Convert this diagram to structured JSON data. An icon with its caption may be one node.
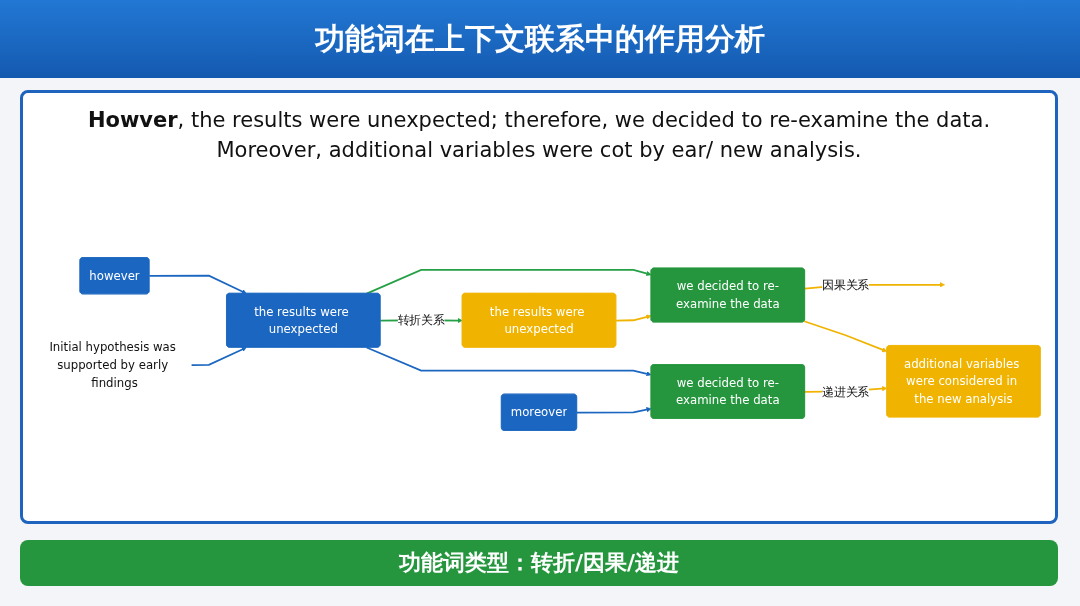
{
  "diagram": {
    "title": "功能词在上下文联系中的作用分析",
    "caption": "功能词类型：转折/因果/递进",
    "nodes": [
      {
        "text": [
          "however"
        ]
      },
      {
        "text": [
          "the results were unexpected"
        ]
      },
      {
        "text": [
          "Initial hypothesis was supported by early findings"
        ]
      },
      {
        "text": [
          "the results were unexpected"
        ]
      },
      {
        "text": [
          "we decided to re-examine the data"
        ]
      },
      {
        "text": [
          "moreover"
        ]
      },
      {
        "text": [
          "we decided to re-examine the data"
        ]
      },
      {
        "text": [
          "additional variables were considered in the new analysis"
        ]
      }
    ],
    "edges": [
      {
        "from": 0,
        "to": 1,
        "arrow": "to",
        "color": "#1b66c0"
      },
      {
        "from": 2,
        "to": 1,
        "arrow": "to",
        "color": "#1b66c0"
      },
      {
        "from": 1,
        "to": 3,
        "arrow": "to",
        "label": "转折关系",
        "color": "#25a046"
      },
      {
        "from": 1,
        "to": 4,
        "arrow": "to",
        "color": "#25a046"
      },
      {
        "from": 1,
        "to": 6,
        "arrow": "to",
        "color": "#1b66c0"
      },
      {
        "from": 5,
        "to": 6,
        "arrow": "to",
        "color": "#1b66c0"
      },
      {
        "from": 3,
        "to": 4,
        "arrow": "to",
        "color": "#f0b400"
      },
      {
        "from": 4,
        "to": null,
        "arrow": "to",
        "label": "因果关系",
        "color": "#f0b400"
      },
      {
        "from": 4,
        "to": 7,
        "arrow": "to",
        "color": "#f0b400"
      },
      {
        "from": 6,
        "to": 7,
        "arrow": "to",
        "label": "递进关系",
        "color": "#f0b400"
      }
    ],
    "labels": [
      "**Howver**, the results were unexpected; therefore, we decided to re-examine the data. Moreover, additional variables were cot by ear/ new analysis."
    ]
  }
}
